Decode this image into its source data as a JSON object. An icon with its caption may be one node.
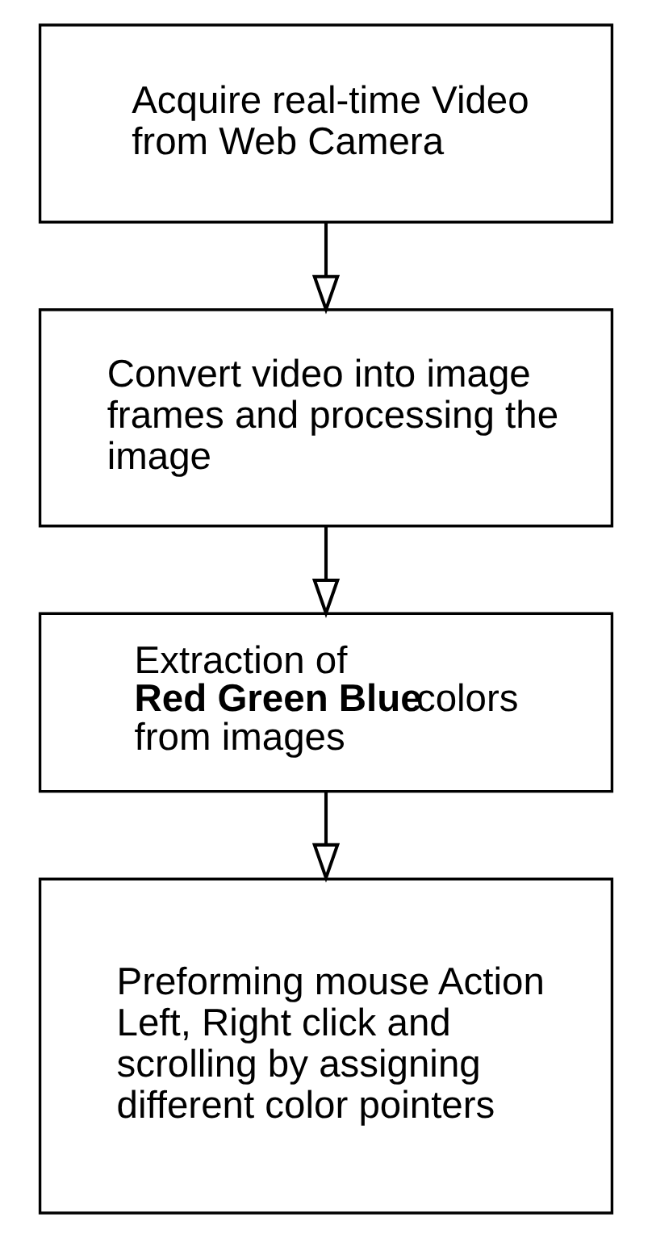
{
  "diagram": {
    "nodes": [
      {
        "text": [
          "Acquire real-time Video from Web Camera"
        ]
      },
      {
        "text": [
          "Convert video into image frames and processing the image"
        ]
      },
      {
        "text": [
          "Extraction of **Red Green Blue**colors from images"
        ]
      },
      {
        "text": [
          "Preforming mouse Action Left, Right click and scrolling by assigning different color pointers"
        ]
      }
    ],
    "edges": [
      {
        "from": 0,
        "to": 1,
        "arrow": "to"
      },
      {
        "from": 1,
        "to": 2,
        "arrow": "to"
      },
      {
        "from": 2,
        "to": 3,
        "arrow": "to"
      }
    ]
  }
}
